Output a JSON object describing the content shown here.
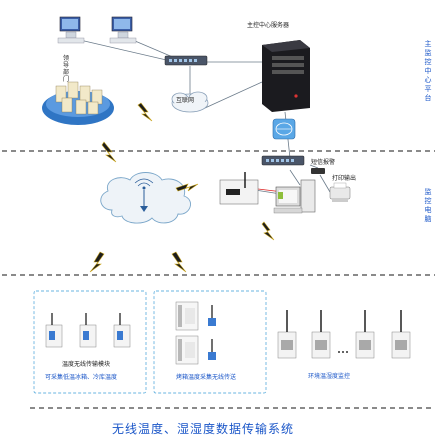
{
  "diagram": {
    "title": "无线温度、湿湿度数据传输系统",
    "server_label": "主控中心服务器",
    "leader_label": "领导部门",
    "internet_label": "互联网",
    "sms_label": "短信报警",
    "print_label": "打印输出",
    "module_label": "温度无线传输模块",
    "cold_label": "可采集低温冰箱、冷库温度",
    "oven_label": "烤箱温度采集无线传送",
    "env_label": "环境温湿度监控",
    "side_top": "主监控中心平台",
    "side_mid": "监控电脑"
  },
  "colors": {
    "accent": "#1a56c8",
    "dashed_box": "#6ab4e0",
    "lightning": "#c7a21a"
  }
}
